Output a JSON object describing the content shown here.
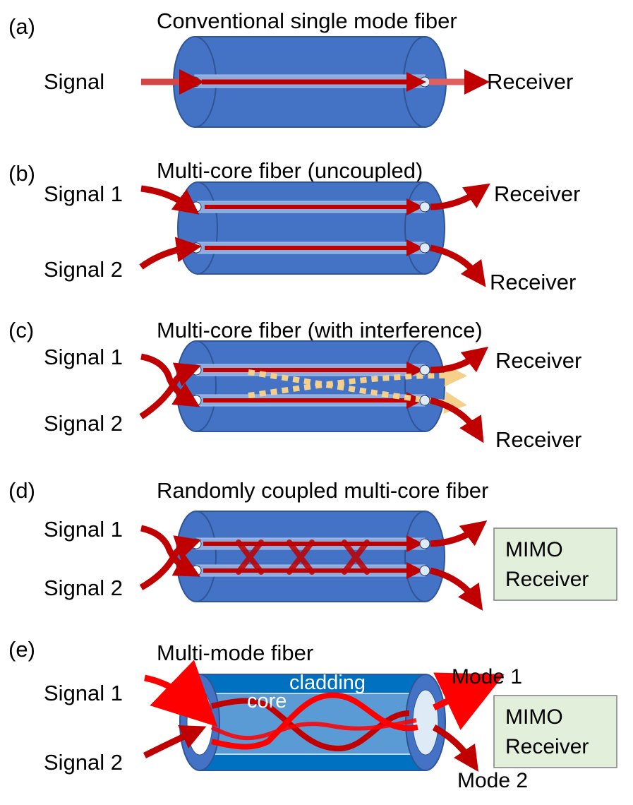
{
  "colors": {
    "fiber_blue": "#4472C4",
    "fiber_dark": "#2F5597",
    "core_light": "#9DC3E6",
    "signal_red": "#C00000",
    "beam_red": "#D64545",
    "interference": "#F4D08A",
    "mimo_fill": "#E2EFDA",
    "mm_cladding": "#0070C0",
    "mm_core": "#5B9BD5",
    "mode_red": "#FF0000"
  },
  "panels": {
    "a": {
      "tag": "(a)",
      "title": "Conventional single mode fiber",
      "signal": "Signal",
      "receiver": "Receiver"
    },
    "b": {
      "tag": "(b)",
      "title": "Multi-core fiber (uncoupled)",
      "signal1": "Signal 1",
      "signal2": "Signal 2",
      "receiver1": "Receiver",
      "receiver2": "Receiver"
    },
    "c": {
      "tag": "(c)",
      "title": "Multi-core fiber (with interference)",
      "signal1": "Signal 1",
      "signal2": "Signal 2",
      "receiver1": "Receiver",
      "receiver2": "Receiver"
    },
    "d": {
      "tag": "(d)",
      "title": "Randomly coupled multi-core fiber",
      "signal1": "Signal 1",
      "signal2": "Signal 2",
      "mimo_line1": "MIMO",
      "mimo_line2": "Receiver"
    },
    "e": {
      "tag": "(e)",
      "title": "Multi-mode fiber",
      "signal1": "Signal 1",
      "signal2": "Signal 2",
      "cladding": "cladding",
      "core": "core",
      "mode1": "Mode 1",
      "mode2": "Mode 2",
      "mimo_line1": "MIMO",
      "mimo_line2": "Receiver"
    }
  }
}
